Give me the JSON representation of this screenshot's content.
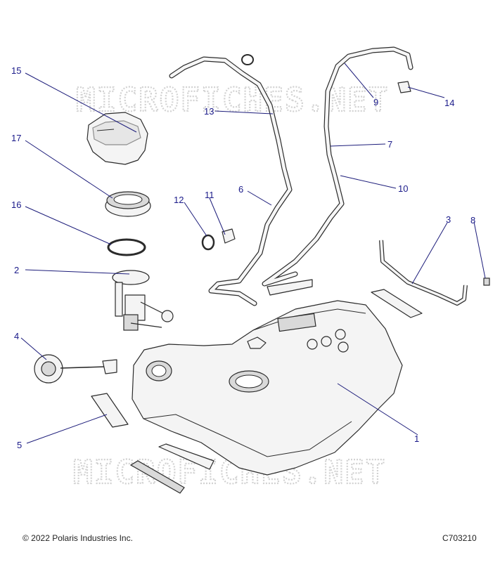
{
  "watermark": "MICROFICHES.NET",
  "footer": {
    "copyright": "© 2022 Polaris Industries Inc.",
    "figure_id": "C703210"
  },
  "callouts": [
    "1",
    "2",
    "3",
    "4",
    "5",
    "6",
    "7",
    "8",
    "9",
    "10",
    "11",
    "12",
    "13",
    "14",
    "15",
    "16",
    "17"
  ],
  "colors": {
    "callout": "#1b1b8a",
    "line": "#2b2b2b",
    "watermark": "#d2d2d2"
  }
}
